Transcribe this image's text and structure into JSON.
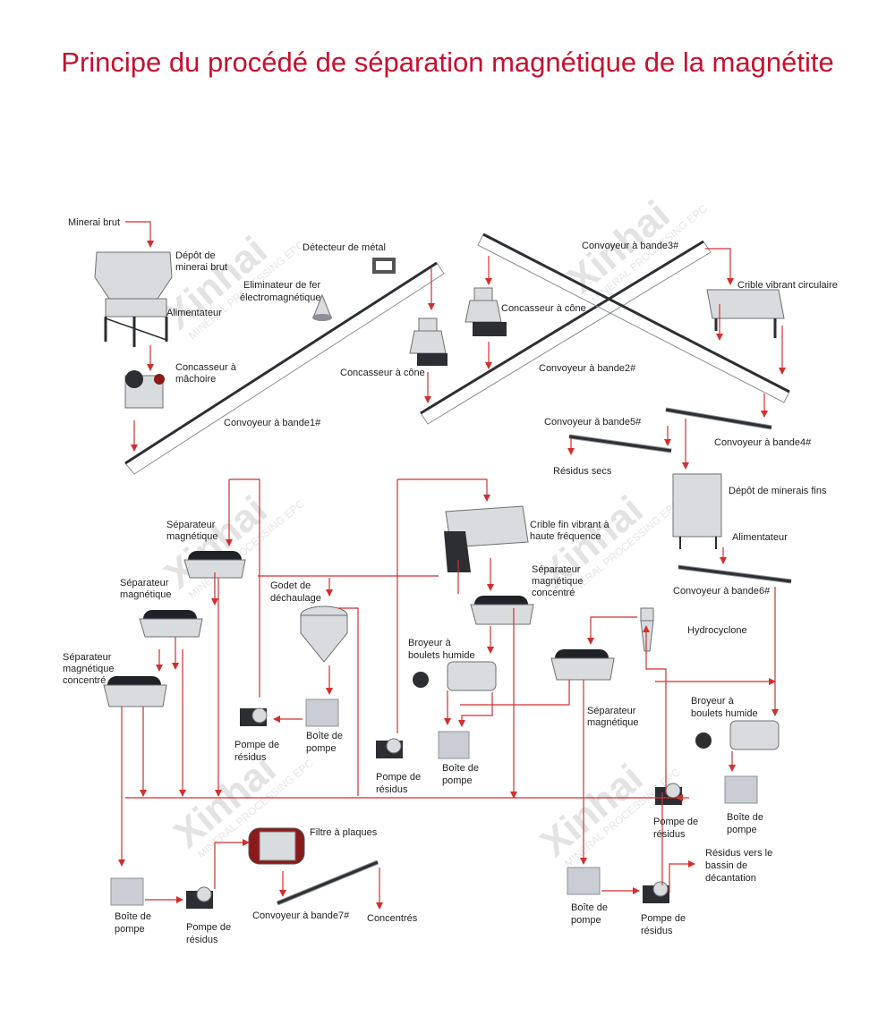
{
  "title": "Principe du procédé de séparation magnétique de la magnétite",
  "watermark": {
    "brand": "Xinhai",
    "subtitle": "MINERAL PROCESSING EPC"
  },
  "colors": {
    "title": "#c8102e",
    "flow_arrow": "#d32f2f"
  },
  "labels": {
    "minerai_brut": "Minerai brut",
    "depot_brut_1": "Dépôt de",
    "depot_brut_2": "minerai brut",
    "alimentateur_1": "Alimentateur",
    "detecteur": "Détecteur de métal",
    "elim_1": "Eliminateur de fer",
    "elim_2": "électromagnétique",
    "concasseur_machoire_1": "Concasseur à",
    "concasseur_machoire_2": "mâchoire",
    "concasseur_cone_1": "Concasseur à cône",
    "concasseur_cone_2": "Concasseur à cône",
    "convoyeur_1": "Convoyeur à bande1#",
    "convoyeur_2": "Convoyeur à bande2#",
    "convoyeur_3": "Convoyeur à bande3#",
    "crible_circulaire": "Crible vibrant circulaire",
    "convoyeur_4": "Convoyeur à bande4#",
    "convoyeur_5": "Convoyeur à bande5#",
    "residus_secs": "Résidus secs",
    "depot_fins": "Dépôt de minerais fins",
    "alimentateur_2": "Alimentateur",
    "convoyeur_6": "Convoyeur à bande6#",
    "hydrocyclone": "Hydrocyclone",
    "broyeur_2_1": "Broyeur à",
    "broyeur_2_2": "boulets humide",
    "broyeur_1_1": "Broyeur à",
    "broyeur_1_2": "boulets humide",
    "crible_fin_1": "Crible fin vibrant à",
    "crible_fin_2": "haute fréquence",
    "sep_conc_mid_1": "Séparateur",
    "sep_conc_mid_2": "magnétique",
    "sep_conc_mid_3": "concentré",
    "sep_mag_mid_1": "Séparateur",
    "sep_mag_mid_2": "magnétique",
    "godet_1": "Godet de",
    "godet_2": "déchaulage",
    "sep_top_1": "Séparateur",
    "sep_top_2": "magnétique",
    "sep_mid_1": "Séparateur",
    "sep_mid_2": "magnétique",
    "sep_conc_left_1": "Séparateur",
    "sep_conc_left_2": "magnétique",
    "sep_conc_left_3": "concentré",
    "boite_a_1": "Boîte de",
    "boite_a_2": "pompe",
    "pompe_a_1": "Pompe de",
    "pompe_a_2": "résidus",
    "boite_b_1": "Boîte de",
    "boite_b_2": "pompe",
    "pompe_b_1": "Pompe de",
    "pompe_b_2": "résidus",
    "boite_c_1": "Boîte de",
    "boite_c_2": "pompe",
    "pompe_c_1": "Pompe de",
    "pompe_c_2": "résidus",
    "filtre": "Filtre à plaques",
    "convoyeur_7": "Convoyeur à bande7#",
    "concentres": "Concentrés",
    "boite_d_1": "Boîte de",
    "boite_d_2": "pompe",
    "pompe_d_1": "Pompe de",
    "pompe_d_2": "résidus",
    "boite_e_1": "Boîte de",
    "boite_e_2": "pompe",
    "pompe_e_1": "Pompe de",
    "pompe_e_2": "résidus",
    "residus_bassin_1": "Résidus vers le",
    "residus_bassin_2": "bassin de",
    "residus_bassin_3": "décantation"
  }
}
